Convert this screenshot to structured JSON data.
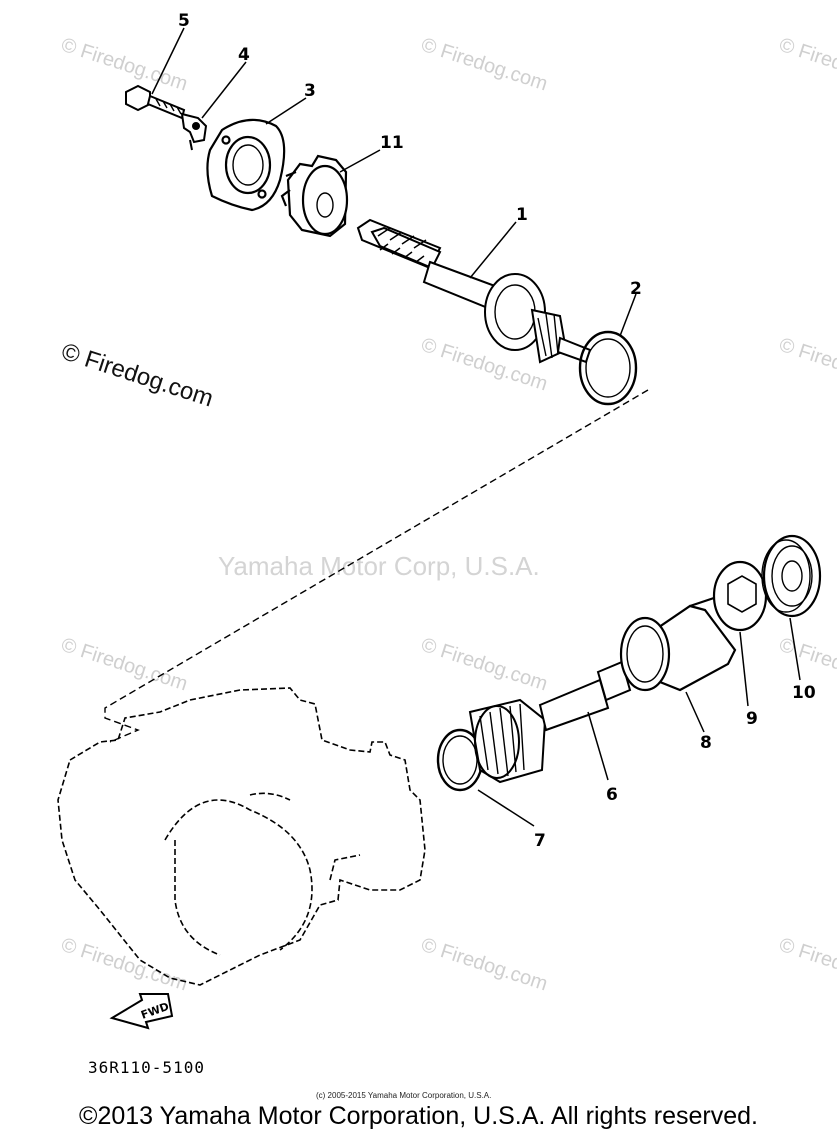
{
  "watermarks": {
    "site": "© Firedog.com",
    "center": "Yamaha Motor Corp, U.S.A."
  },
  "diagram": {
    "part_code": "36R110-5100",
    "fwd_label": "FWD",
    "small_copyright": "(c) 2005-2015 Yamaha Motor Corporation, U.S.A.",
    "callouts": [
      "1",
      "2",
      "3",
      "4",
      "5",
      "6",
      "7",
      "8",
      "9",
      "10",
      "11"
    ]
  },
  "footer": {
    "copyright": "©2013 Yamaha Motor Corporation, U.S.A. All rights reserved."
  }
}
